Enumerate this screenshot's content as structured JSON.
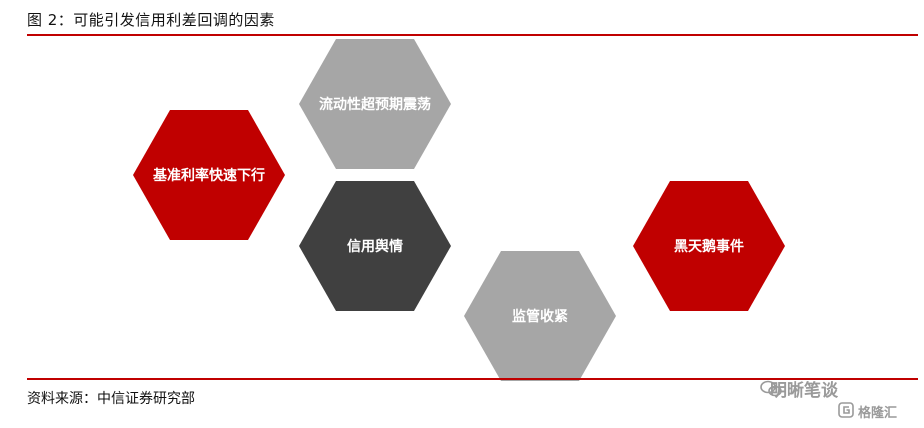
{
  "title": "图 2：可能引发信用利差回调的因素",
  "source": "资料来源：中信证券研究部",
  "watermark": {
    "line1": "明晰笔谈",
    "line2": "格隆汇"
  },
  "factors": [
    {
      "label": "流动性超预期震荡",
      "color": "#a6a6a6"
    },
    {
      "label": "基准利率快速下行",
      "color": "#c00000"
    },
    {
      "label": "信用舆情",
      "color": "#404040"
    },
    {
      "label": "监管收紧",
      "color": "#a6a6a6"
    },
    {
      "label": "黑天鹅事件",
      "color": "#c00000"
    }
  ]
}
